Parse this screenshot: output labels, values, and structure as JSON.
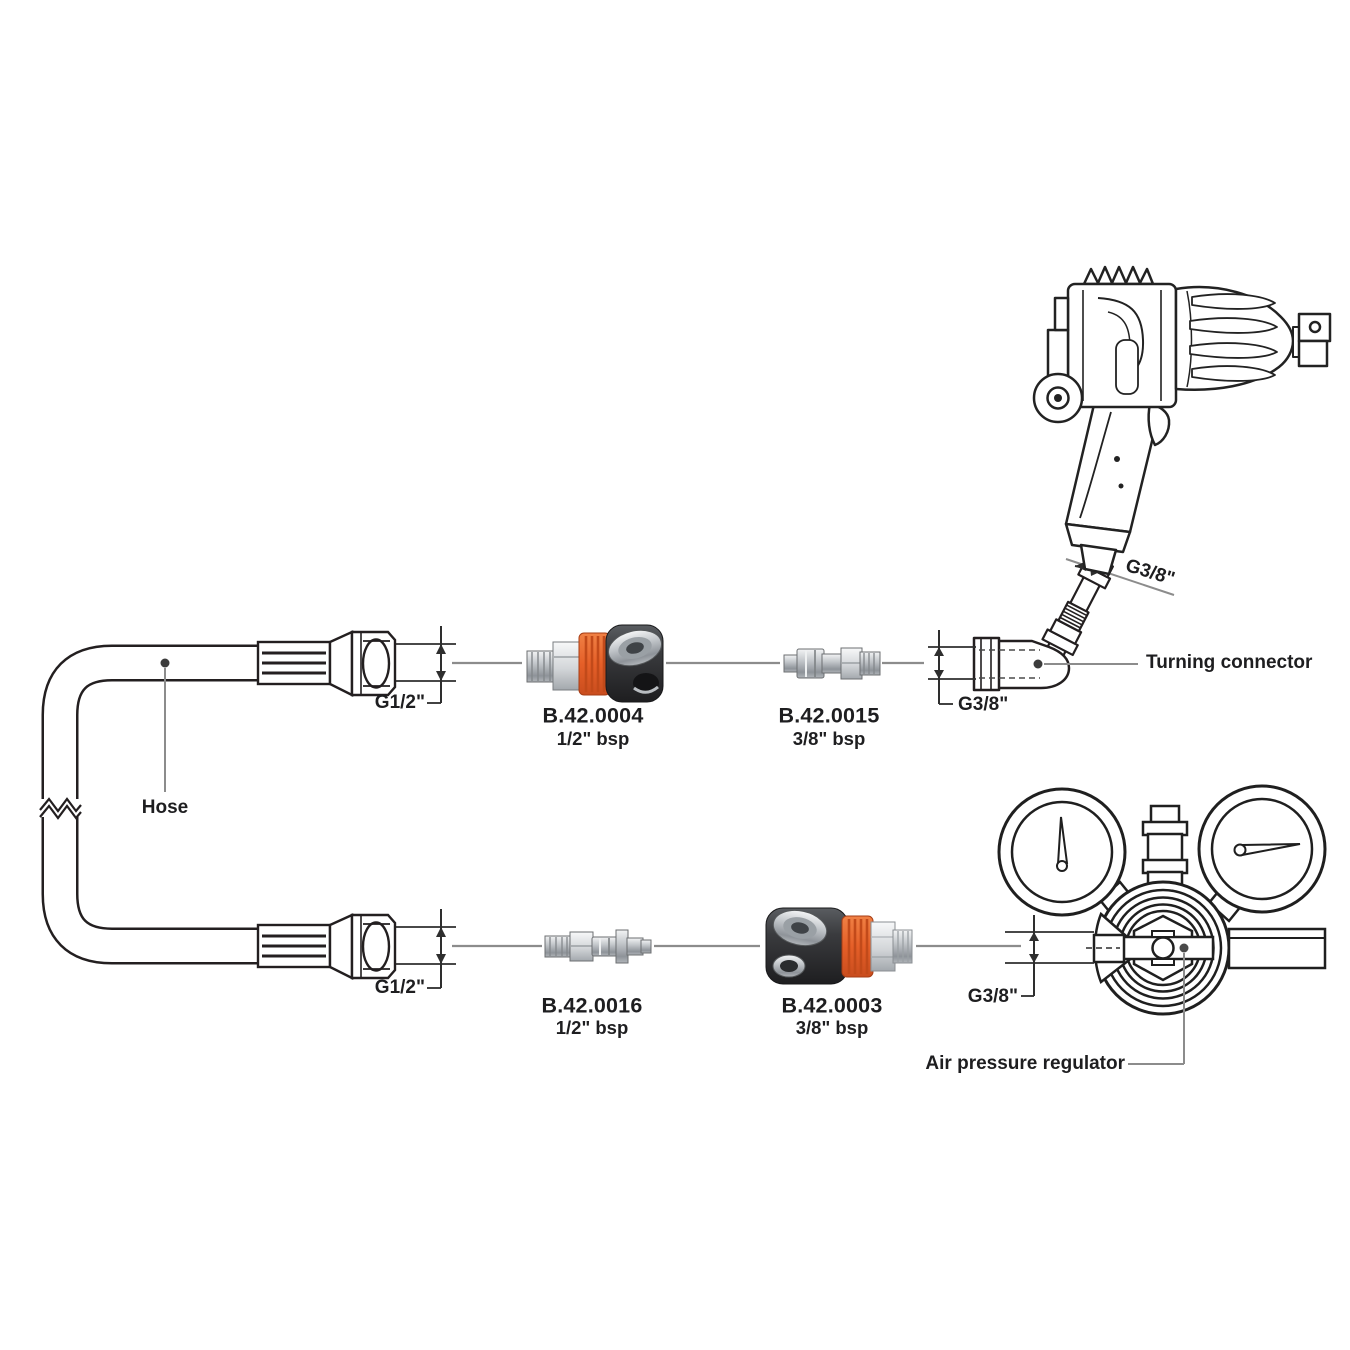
{
  "diagram": {
    "type": "air-tool-connection-diagram",
    "labels": {
      "hose": "Hose",
      "turning_connector": "Turning connector",
      "air_pressure_regulator": "Air pressure regulator",
      "hose_thread_top": "G1/2\"",
      "hose_thread_bottom": "G1/2\"",
      "tool_inlet_thread": "G3/8\"",
      "elbow_thread": "G3/8\"",
      "regulator_inlet_thread": "G3/8\""
    },
    "parts": {
      "coupler_top": {
        "code": "B.42.0004",
        "size": "1/2\" bsp"
      },
      "plug_top": {
        "code": "B.42.0015",
        "size": "3/8\" bsp"
      },
      "plug_bottom": {
        "code": "B.42.0016",
        "size": "1/2\" bsp"
      },
      "coupler_bottom": {
        "code": "B.42.0003",
        "size": "3/8\" bsp"
      }
    },
    "colors": {
      "line": "#231f20",
      "leader_gray": "#8c8c8c",
      "dimension": "#2e2e2e",
      "accent_orange": "#e8612b",
      "metal_silver": "#b9bdc2",
      "body_dark": "#2f2f31"
    }
  }
}
